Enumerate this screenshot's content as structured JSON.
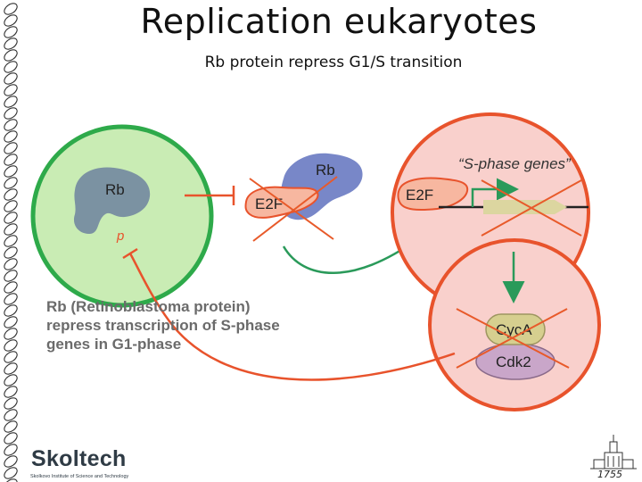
{
  "title": "Replication eukaryotes",
  "subtitle": "Rb protein repress G1/S transition",
  "diagram": {
    "rb_free": "Rb",
    "p_label": "p",
    "e2f_center": "E2F",
    "rb_center": "Rb",
    "e2f_right": "E2F",
    "s_phase_genes": "“S-phase genes”",
    "cyca": "CycA",
    "cdk2": "Cdk2"
  },
  "description": [
    "Rb (Retinoblastoma protein)",
    "repress transcription of S-phase",
    "genes in G1-phase"
  ],
  "logo": {
    "name": "Skoltech",
    "subtitle": "Skolkovo Institute of Science and Technology"
  },
  "msu_year": "1755",
  "colors": {
    "green_cell_fill": "#c9ecb4",
    "green_cell_stroke": "#2eaa4a",
    "red_cell_fill": "#f9d0cc",
    "red_cell_stroke": "#e8532c",
    "rb_blob": "#7b92a2",
    "e2f_fill": "#f7b7a0",
    "rb_blue": "#7887c8",
    "arrow_green": "#2a9a5a",
    "cyca_fill": "#d6cf8f",
    "cdk2_fill": "#c9a6c9",
    "cross_red": "#e85a2a"
  }
}
